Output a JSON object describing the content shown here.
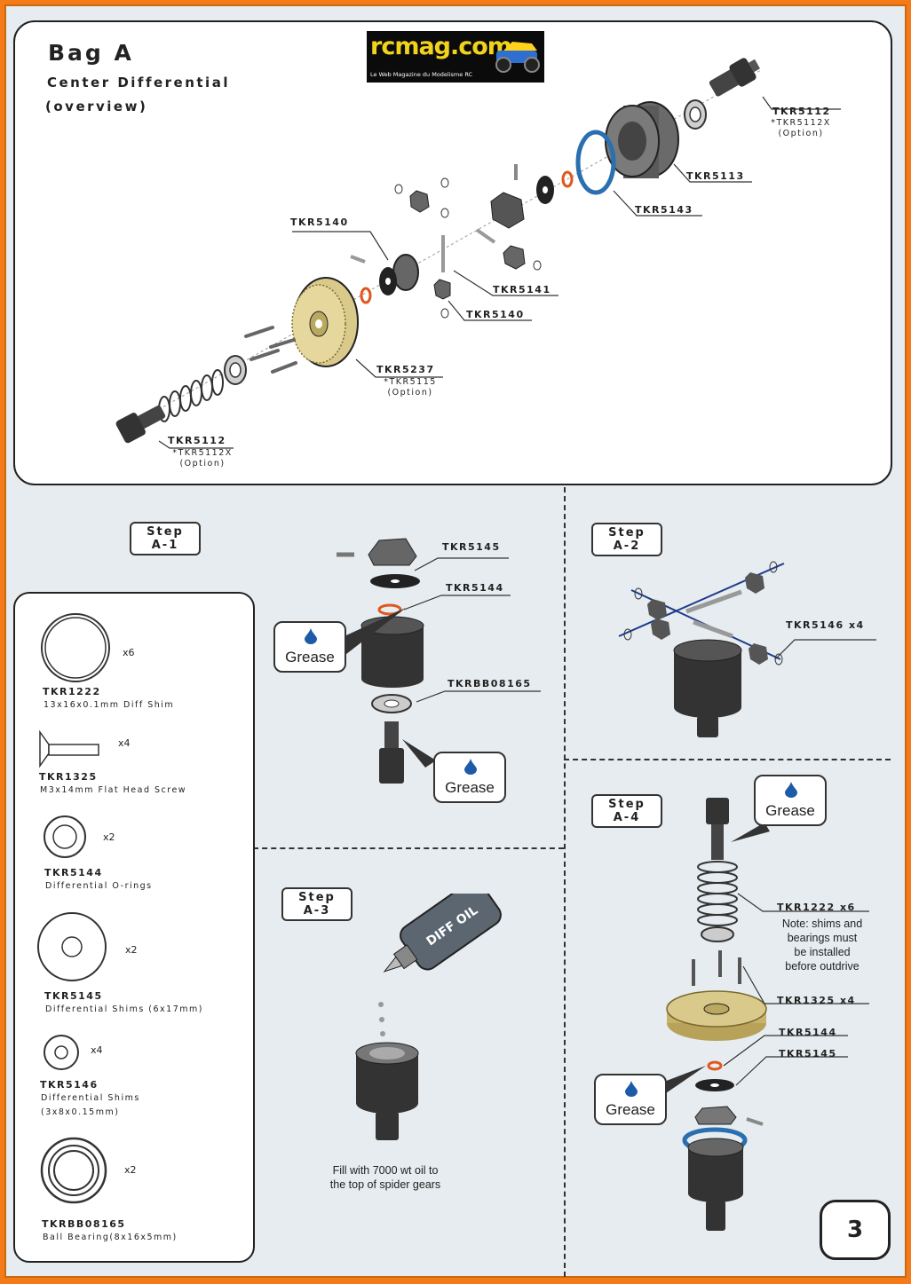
{
  "header": {
    "title": "Bag A",
    "subtitle": "Center Differential",
    "subtitle2": "(overview)"
  },
  "logo": {
    "text": "rcmag.com",
    "tagline": "Le Web Magazine du Modelisme RC"
  },
  "overview_labels": {
    "tkr5112_top": "TKR5112",
    "tkr5112x_top": "*TKR5112X",
    "option_top": "(Option)",
    "tkr5113": "TKR5113",
    "tkr5143": "TKR5143",
    "tkr5140_a": "TKR5140",
    "tkr5141": "TKR5141",
    "tkr5140_b": "TKR5140",
    "tkr5237": "TKR5237",
    "tkr5115": "*TKR5115",
    "option_mid": "(Option)",
    "tkr5112_bottom": "TKR5112",
    "tkr5112x_bottom": "*TKR5112X",
    "option_bottom": "(Option)"
  },
  "parts_list": [
    {
      "name": "TKR1222",
      "desc": "13x16x0.1mm Diff Shim",
      "qty": "x6"
    },
    {
      "name": "TKR1325",
      "desc": "M3x14mm Flat Head Screw",
      "qty": "x4"
    },
    {
      "name": "TKR5144",
      "desc": "Differential O-rings",
      "qty": "x2"
    },
    {
      "name": "TKR5145",
      "desc": "Differential Shims (6x17mm)",
      "qty": "x2"
    },
    {
      "name": "TKR5146",
      "desc": "Differential Shims",
      "desc2": "(3x8x0.15mm)",
      "qty": "x4"
    },
    {
      "name": "TKRBB08165",
      "desc": "Ball Bearing(8x16x5mm)",
      "qty": "x2"
    }
  ],
  "steps": {
    "a1": {
      "line1": "Step",
      "line2": "A-1",
      "labels": [
        "TKR5145",
        "TKR5144",
        "TKRBB08165"
      ]
    },
    "a2": {
      "line1": "Step",
      "line2": "A-2",
      "labels": [
        "TKR5146 x4"
      ]
    },
    "a3": {
      "line1": "Step",
      "line2": "A-3",
      "bottle": "DIFF OIL",
      "note1": "Fill with 7000 wt oil to",
      "note2": "the top of spider gears"
    },
    "a4": {
      "line1": "Step",
      "line2": "A-4",
      "labels": [
        "TKR1222 x6",
        "TKR1325 x4",
        "TKR5144",
        "TKR5145"
      ],
      "note": [
        "Note: shims and",
        "bearings must",
        "be installed",
        "before outdrive"
      ]
    }
  },
  "grease_label": "Grease",
  "page_number": "3",
  "colors": {
    "border": "#f47a1a",
    "gear": "#d9c98a",
    "bearing_blue": "#2a6fb0",
    "oring": "#e0571e"
  }
}
